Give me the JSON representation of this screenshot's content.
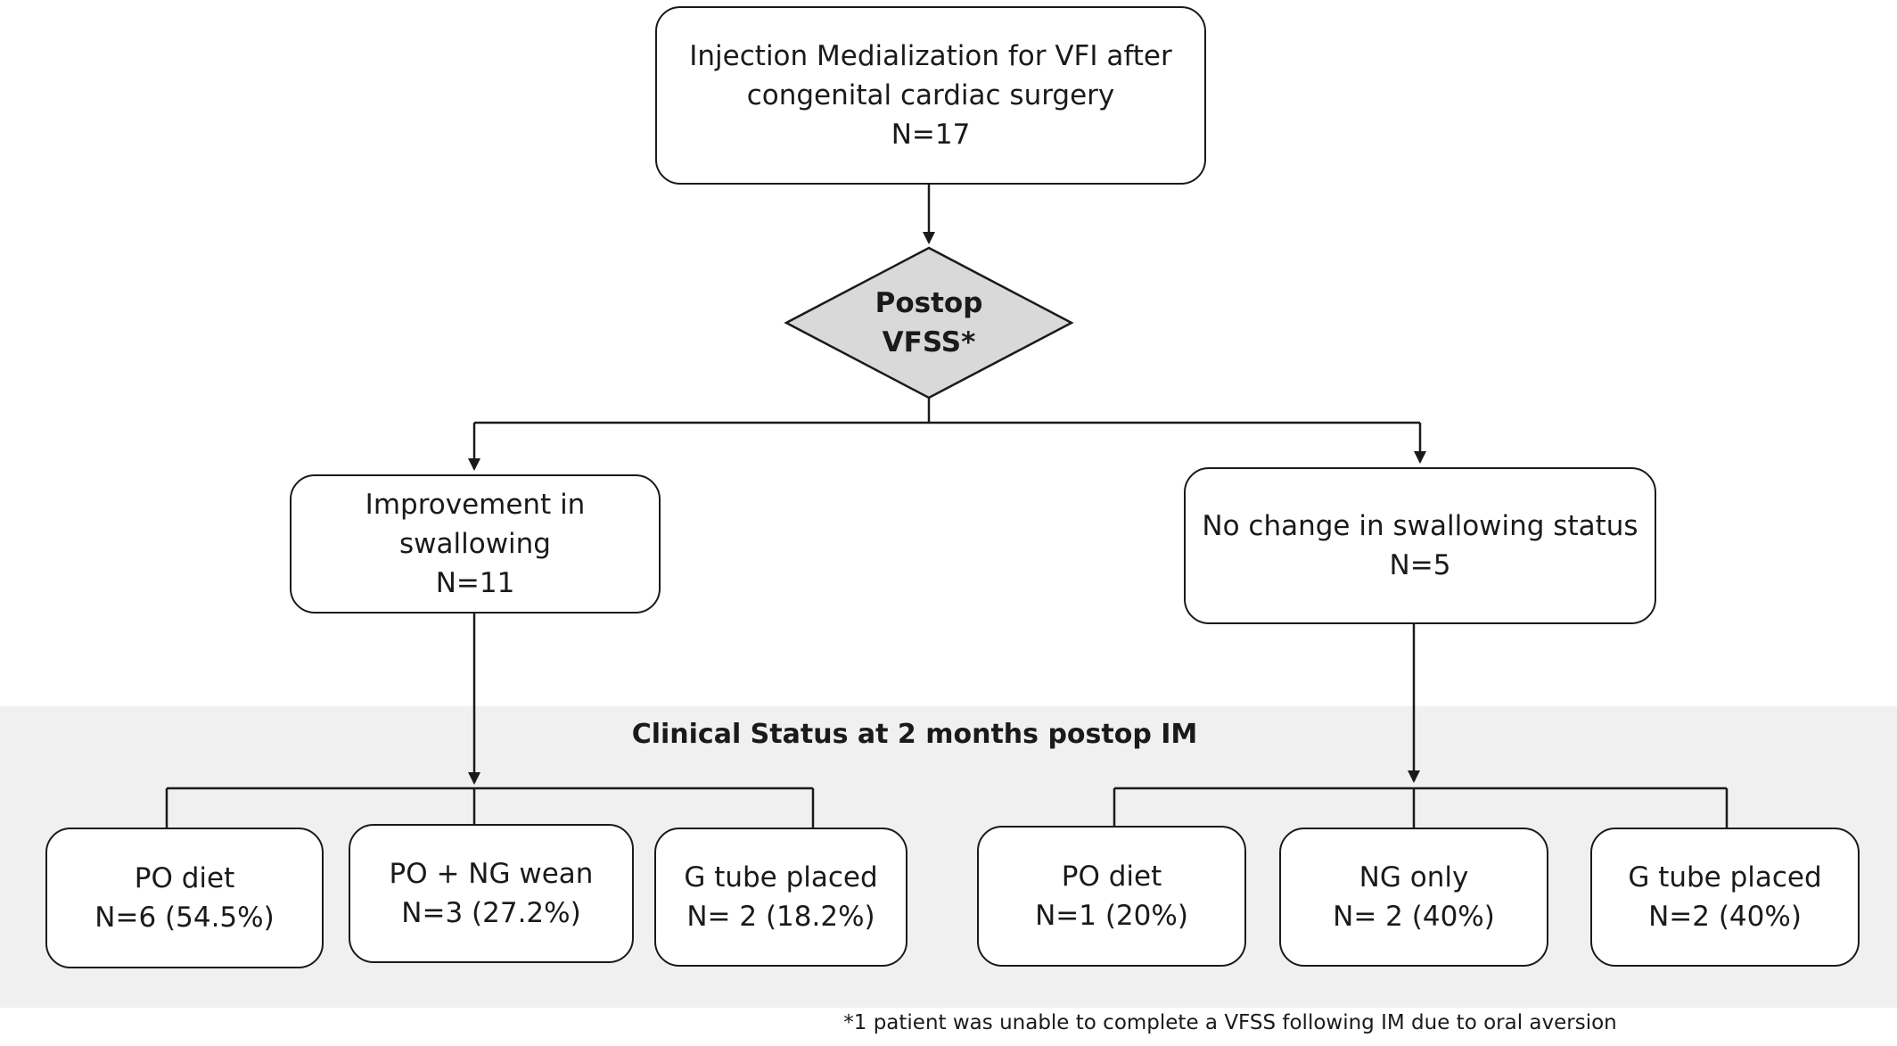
{
  "top_node": {
    "line1": "Injection Medialization for VFI after",
    "line2": "congenital cardiac surgery",
    "line3": "N=17"
  },
  "decision": {
    "line1": "Postop",
    "line2": "VFSS*"
  },
  "left_branch": {
    "line1": "Improvement in",
    "line2": "swallowing",
    "line3": "N=11"
  },
  "right_branch": {
    "line1": "No change in swallowing status",
    "line2": "N=5"
  },
  "band_title": "Clinical Status at 2 months postop IM",
  "left_outcomes": [
    {
      "label": "PO diet",
      "count": "N=6 (54.5%)"
    },
    {
      "label": "PO + NG wean",
      "count": "N=3 (27.2%)"
    },
    {
      "label": "G tube placed",
      "count": "N= 2 (18.2%)"
    }
  ],
  "right_outcomes": [
    {
      "label": "PO diet",
      "count": "N=1 (20%)"
    },
    {
      "label": "NG only",
      "count": "N= 2 (40%)"
    },
    {
      "label": "G tube placed",
      "count": "N=2 (40%)"
    }
  ],
  "footnote": "*1 patient was unable to complete a VFSS following IM due to oral aversion",
  "colors": {
    "band": "#f0f0f0",
    "diamond_fill": "#d9d9d9",
    "stroke": "#1a1a1a"
  }
}
